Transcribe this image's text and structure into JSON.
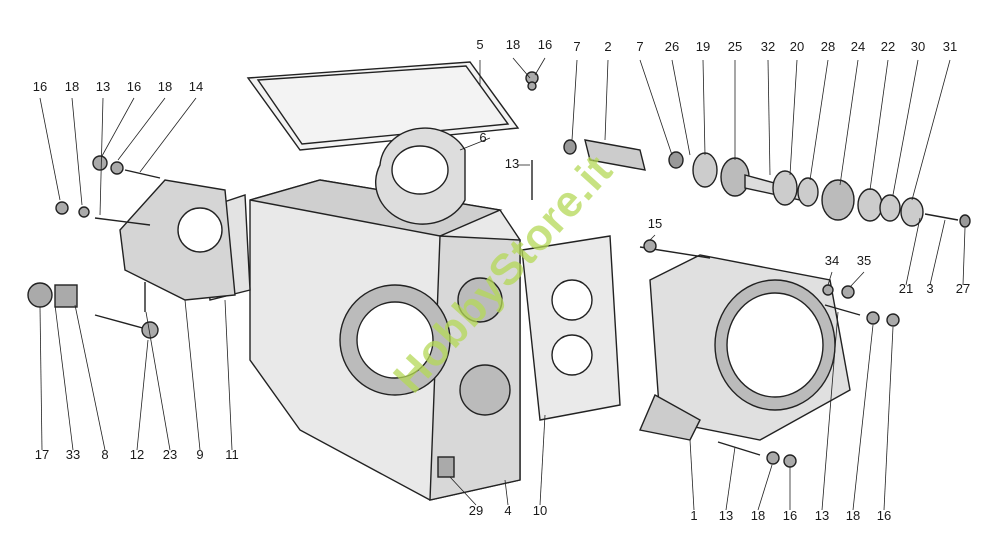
{
  "title": "Gearbox housing exploded parts diagram",
  "watermark": "HobbyStore.it",
  "labels": {
    "t1": "5",
    "t2": "18",
    "t3": "16",
    "t4": "7",
    "t5": "2",
    "t6": "7",
    "t7": "26",
    "t8": "19",
    "t9": "25",
    "t10": "32",
    "t11": "20",
    "t12": "28",
    "t13": "24",
    "t14": "22",
    "t15": "30",
    "t16": "31",
    "l1": "16",
    "l2": "18",
    "l3": "13",
    "l4": "16",
    "l5": "18",
    "l6": "14",
    "m1": "6",
    "m2": "13",
    "m3": "15",
    "m4": "34",
    "m5": "35",
    "m6": "21",
    "m7": "3",
    "m8": "27",
    "b1": "17",
    "b2": "33",
    "b3": "8",
    "b4": "12",
    "b5": "23",
    "b6": "9",
    "b7": "11",
    "b8": "29",
    "b9": "4",
    "b10": "10",
    "b11": "1",
    "b12": "13",
    "b13": "18",
    "b14": "16",
    "b15": "13",
    "b16": "18",
    "b17": "16"
  }
}
